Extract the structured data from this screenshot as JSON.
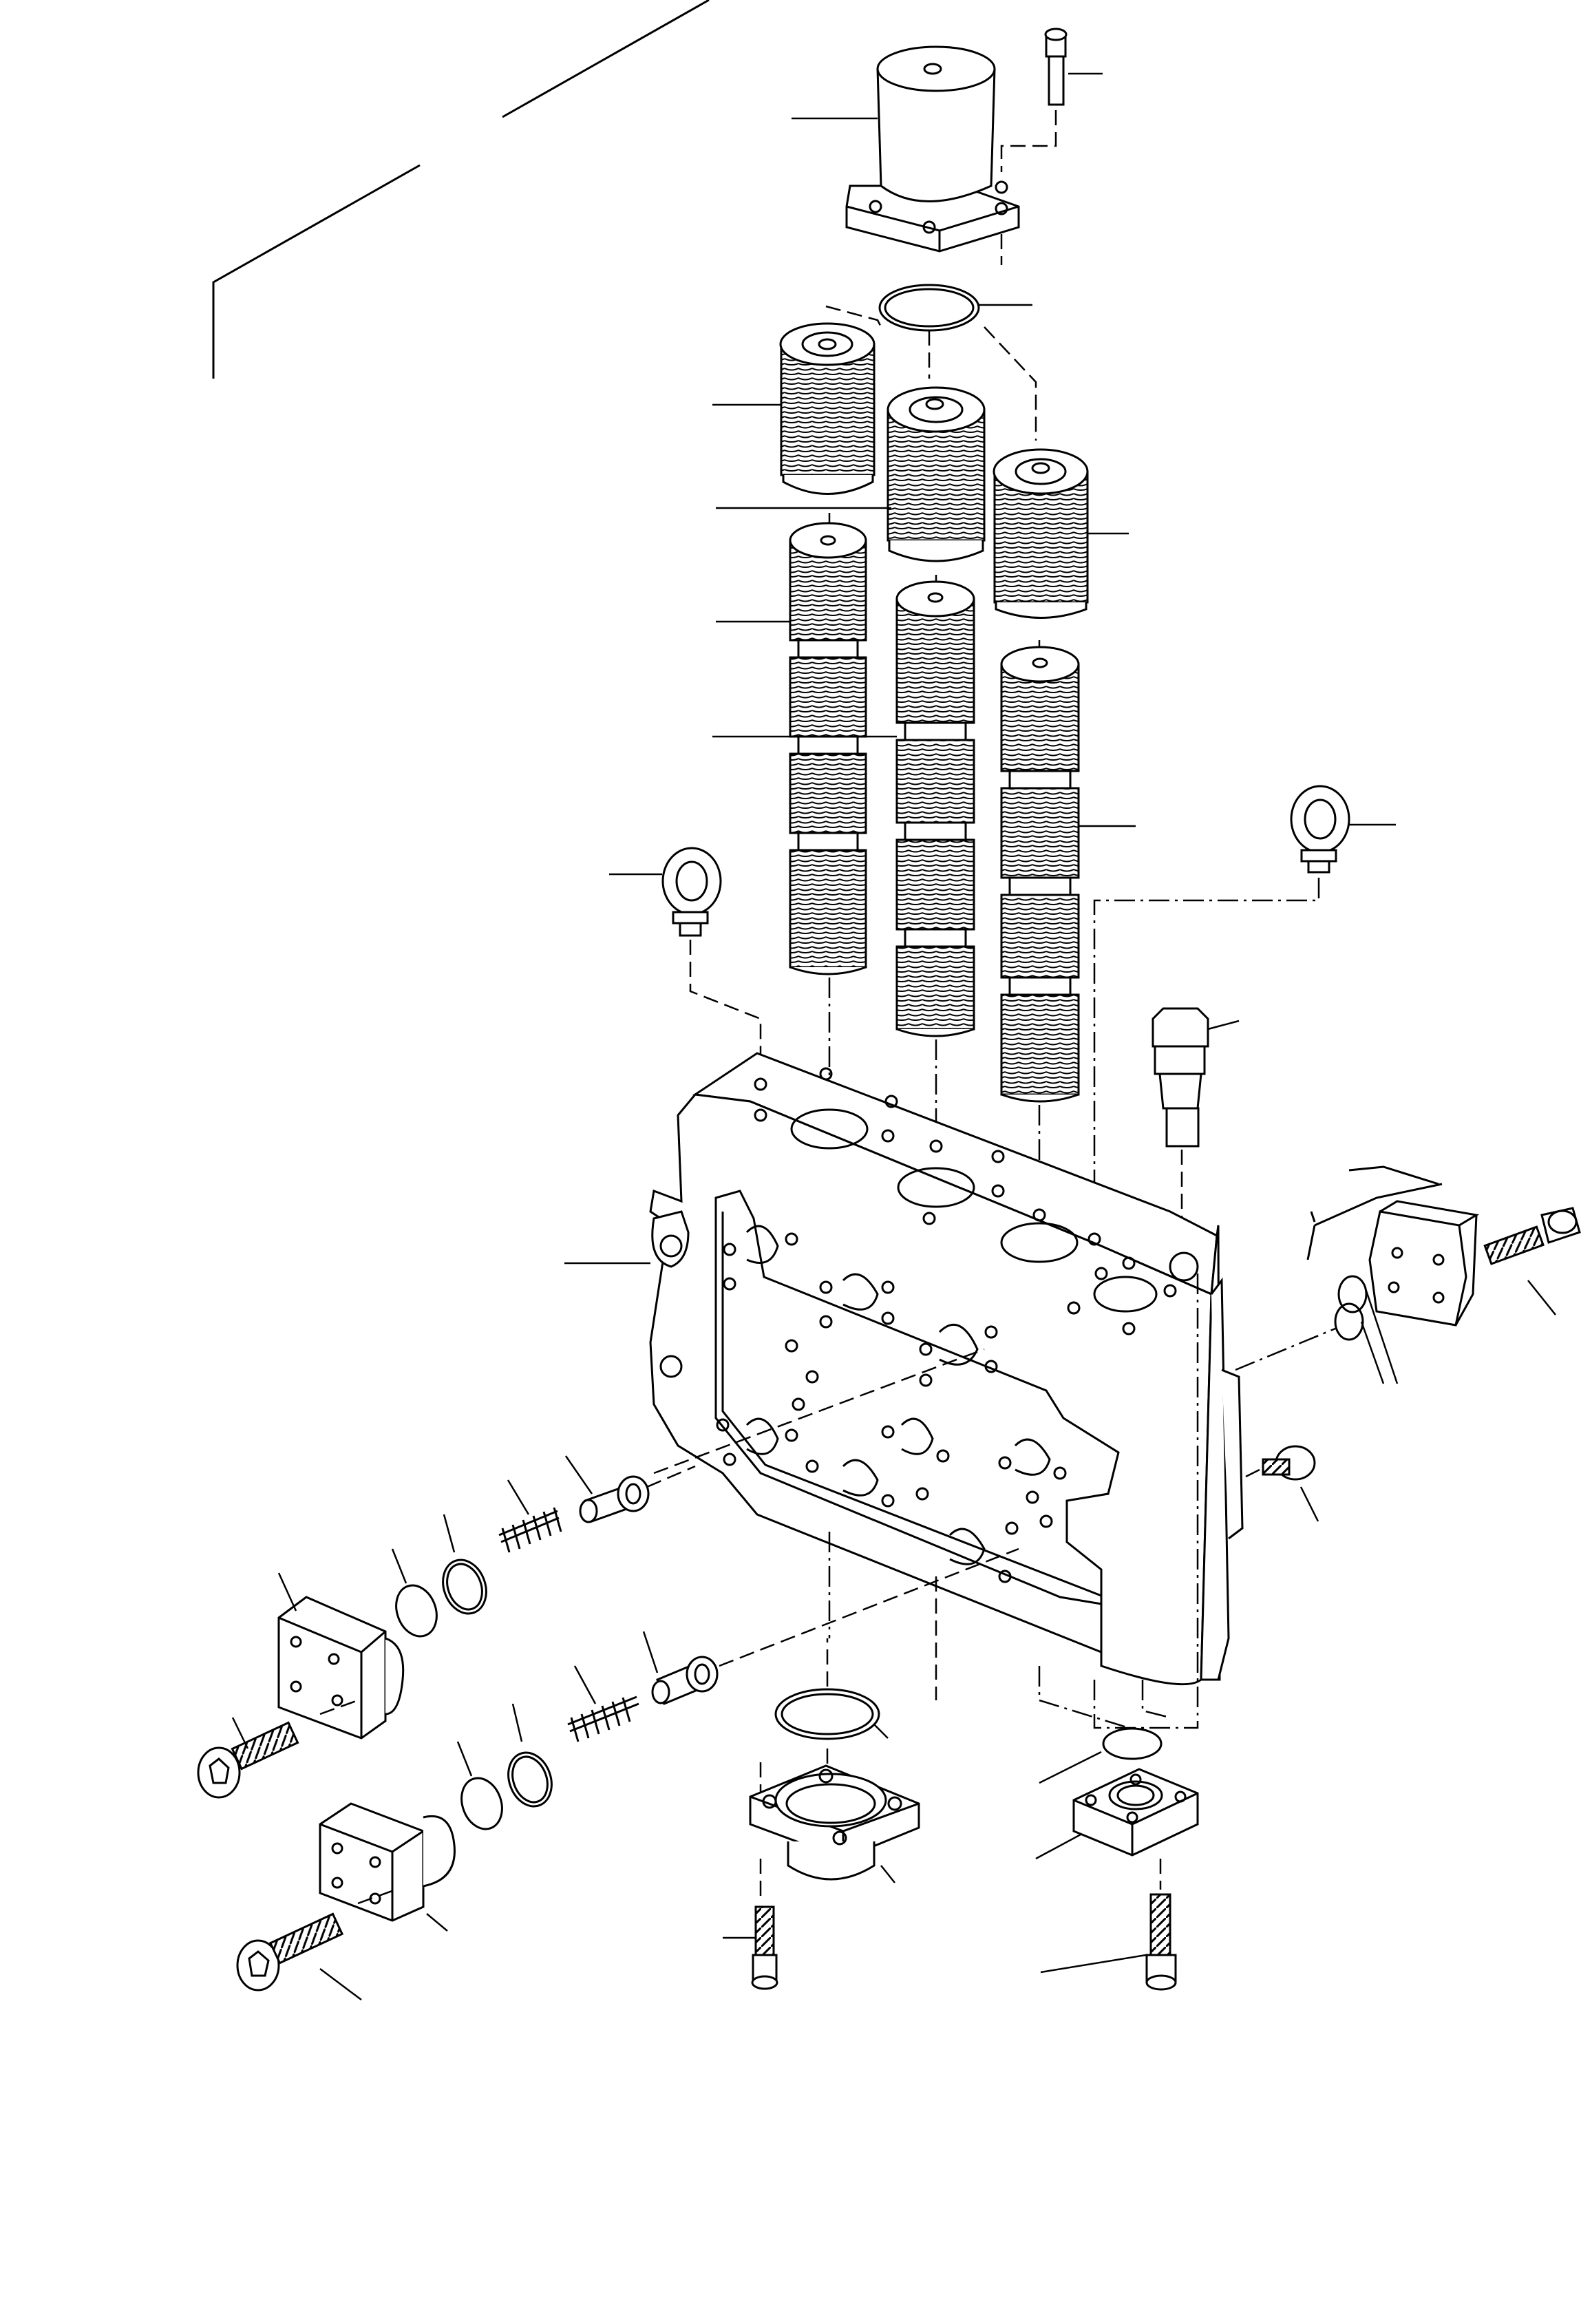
{
  "drawing": {
    "description_text": "",
    "parts": [
      {
        "id": "solenoid-cap"
      },
      {
        "id": "cap-bolt"
      },
      {
        "id": "o-ring-top"
      },
      {
        "id": "spring-assembly-left"
      },
      {
        "id": "spring-assembly-center"
      },
      {
        "id": "spring-assembly-right"
      },
      {
        "id": "spool-left"
      },
      {
        "id": "spool-center"
      },
      {
        "id": "spool-right"
      },
      {
        "id": "eye-bolt-left"
      },
      {
        "id": "eye-bolt-right"
      },
      {
        "id": "relief-valve-plug"
      },
      {
        "id": "valve-body"
      },
      {
        "id": "side-cover-right"
      },
      {
        "id": "side-cover-bolt"
      },
      {
        "id": "side-o-rings"
      },
      {
        "id": "plug-right"
      },
      {
        "id": "check-poppet-upper"
      },
      {
        "id": "check-spring-upper"
      },
      {
        "id": "check-o-ring-upper"
      },
      {
        "id": "check-backup-ring-upper"
      },
      {
        "id": "check-cover-upper"
      },
      {
        "id": "check-cover-bolt-upper"
      },
      {
        "id": "check-poppet-lower"
      },
      {
        "id": "check-spring-lower"
      },
      {
        "id": "check-o-ring-lower"
      },
      {
        "id": "check-backup-ring-lower"
      },
      {
        "id": "check-cover-lower"
      },
      {
        "id": "check-cover-bolt-lower"
      },
      {
        "id": "bottom-o-ring"
      },
      {
        "id": "bottom-flange"
      },
      {
        "id": "bottom-flange-bolt"
      },
      {
        "id": "bottom-small-o-ring"
      },
      {
        "id": "bottom-small-cover"
      },
      {
        "id": "bottom-small-cover-bolt"
      }
    ]
  }
}
